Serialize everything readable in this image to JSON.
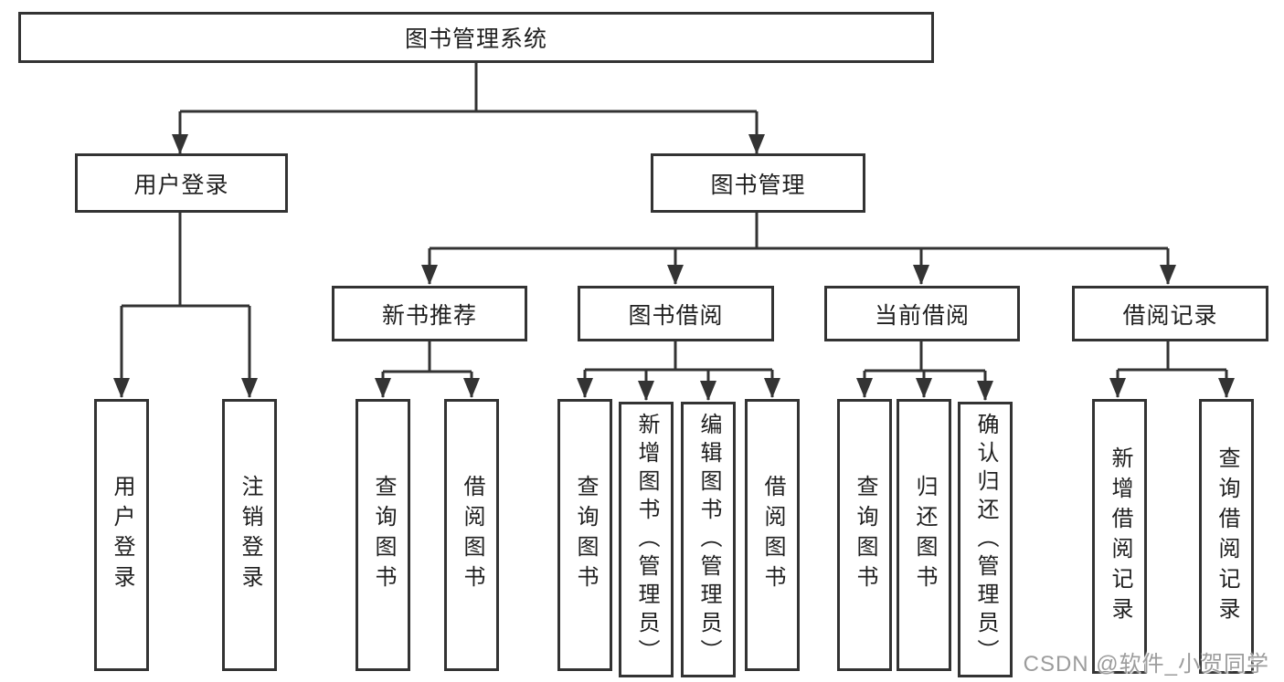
{
  "diagram": {
    "root": {
      "label": "图书管理系统"
    },
    "level2": {
      "user_login": {
        "label": "用户登录"
      },
      "book_management": {
        "label": "图书管理"
      }
    },
    "level3": {
      "new_book_recommendation": {
        "label": "新书推荐"
      },
      "book_borrowing": {
        "label": "图书借阅"
      },
      "current_borrowing": {
        "label": "当前借阅"
      },
      "borrowing_records": {
        "label": "借阅记录"
      }
    },
    "leaves": {
      "user_login": {
        "label": "用户登录"
      },
      "logout": {
        "label": "注销登录"
      },
      "nb_query_books": {
        "label": "查询图书"
      },
      "nb_borrow_books": {
        "label": "借阅图书"
      },
      "bb_query_books": {
        "label": "查询图书"
      },
      "bb_add_books_admin": {
        "label": "新增图书（管理员）"
      },
      "bb_edit_books_admin": {
        "label": "编辑图书（管理员）"
      },
      "bb_borrow_books": {
        "label": "借阅图书"
      },
      "cb_query_books": {
        "label": "查询图书"
      },
      "cb_return_books": {
        "label": "归还图书"
      },
      "cb_confirm_return_admin": {
        "label": "确认归还（管理员）"
      },
      "br_add_record": {
        "label": "新增借阅记录"
      },
      "br_query_record": {
        "label": "查询借阅记录"
      }
    }
  },
  "watermark": {
    "text": "CSDN @软件_小贺同学"
  },
  "colors": {
    "line": "#333333",
    "box_border": "#333333",
    "box_fill": "#ffffff",
    "text": "#1f1f1f",
    "watermark": "#9c9c9c",
    "background": "#ffffff"
  }
}
